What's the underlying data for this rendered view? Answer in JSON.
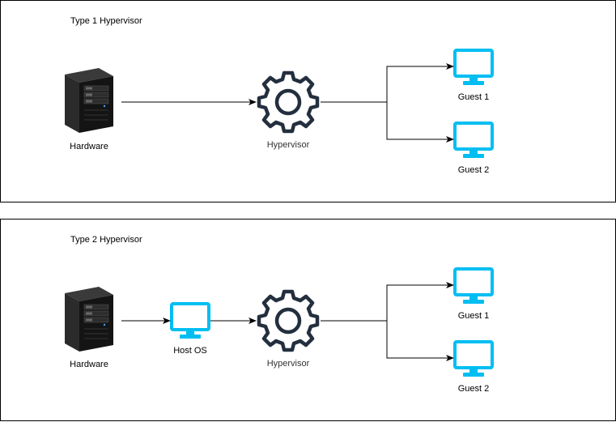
{
  "panels": [
    {
      "title": "Type 1 Hypervisor",
      "nodes": {
        "hardware": "Hardware",
        "hypervisor": "Hypervisor",
        "guest1": "Guest 1",
        "guest2": "Guest 2"
      }
    },
    {
      "title": "Type 2 Hypervisor",
      "nodes": {
        "hardware": "Hardware",
        "host_os": "Host OS",
        "hypervisor": "Hypervisor",
        "guest1": "Guest 1",
        "guest2": "Guest 2"
      }
    }
  ],
  "icons": {
    "server": "server-tower-icon",
    "gear": "gear-icon",
    "monitor": "monitor-icon"
  },
  "colors": {
    "monitor": "#00BEF2",
    "gear": "#232F3E",
    "server_body": "#1A1A1A",
    "border": "#000000",
    "edge": "#000000"
  }
}
